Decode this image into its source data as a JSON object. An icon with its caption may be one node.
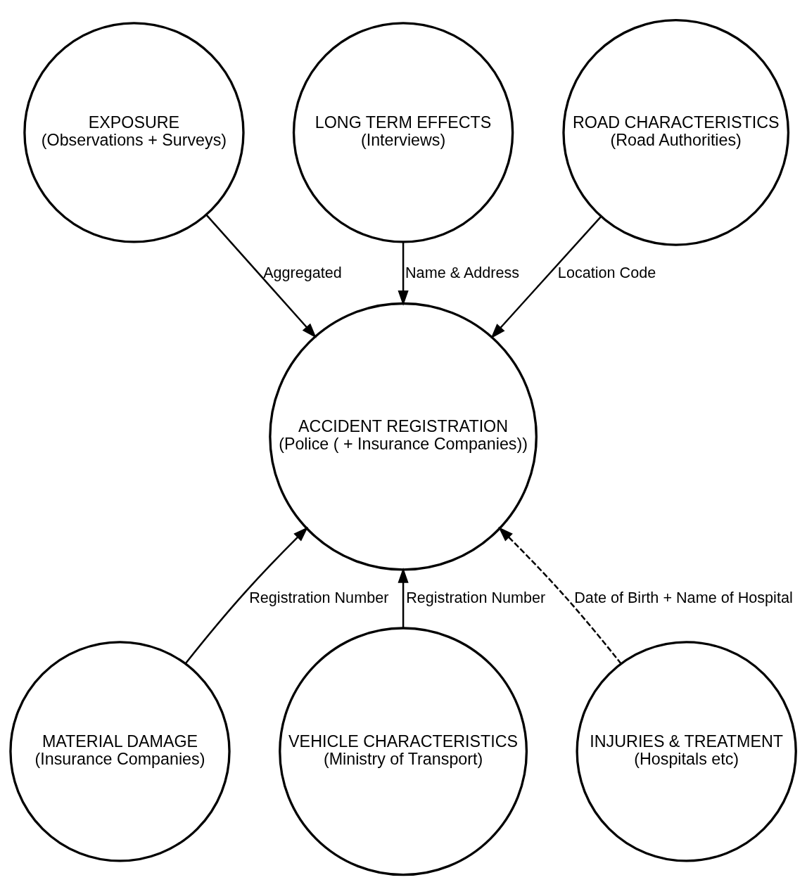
{
  "diagram": {
    "nodes": [
      {
        "text": [
          "EXPOSURE",
          "(Observations + Surveys)"
        ]
      },
      {
        "text": [
          "LONG TERM EFFECTS",
          "(Interviews)"
        ]
      },
      {
        "text": [
          "ROAD CHARACTERISTICS",
          "(Road Authorities)"
        ]
      },
      {
        "text": [
          "ACCIDENT REGISTRATION",
          "(Police ( + Insurance Companies))"
        ]
      },
      {
        "text": [
          "MATERIAL DAMAGE",
          "(Insurance Companies)"
        ]
      },
      {
        "text": [
          "VEHICLE CHARACTERISTICS",
          "(Ministry of Transport)"
        ]
      },
      {
        "text": [
          "INJURIES & TREATMENT",
          "(Hospitals etc)"
        ]
      }
    ],
    "edges": [
      {
        "from": 0,
        "to": 3,
        "arrow": "to",
        "label": "Aggregated"
      },
      {
        "from": 1,
        "to": 3,
        "arrow": "to",
        "label": "Name & Address"
      },
      {
        "from": 2,
        "to": 3,
        "arrow": "to",
        "label": "Location Code"
      },
      {
        "from": 4,
        "to": 3,
        "arrow": "to",
        "label": "Registration Number"
      },
      {
        "from": 5,
        "to": 3,
        "arrow": "to",
        "label": "Registration Number"
      },
      {
        "from": 6,
        "to": 3,
        "arrow": "to",
        "label": "Date of Birth + Name of Hospital",
        "style": "dashed"
      }
    ]
  }
}
